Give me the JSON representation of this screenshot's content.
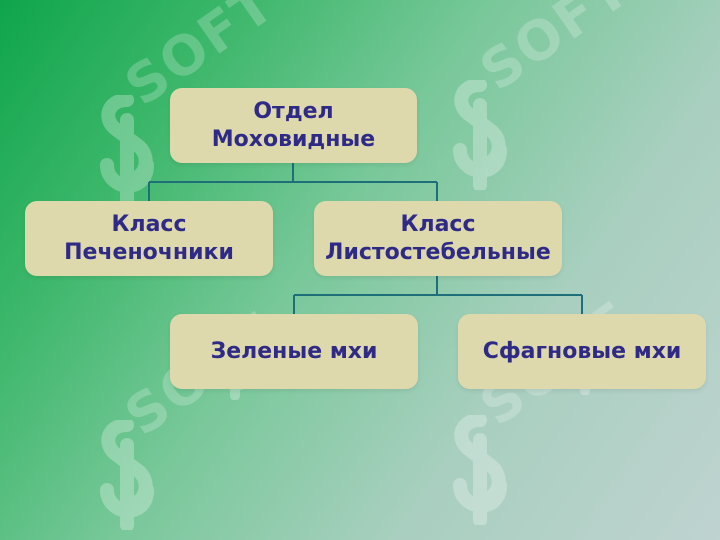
{
  "diagram": {
    "root": {
      "line1": "Отдел",
      "line2": "Моховидные"
    },
    "class_left": {
      "line1": "Класс",
      "line2": "Печеночники"
    },
    "class_right": {
      "line1": "Класс",
      "line2": "Листостебельные"
    },
    "leaf_left": "Зеленые мхи",
    "leaf_right": "Сфагновые мхи"
  },
  "watermark": {
    "text": "SOFT",
    "icon": "soft-logo-icon"
  },
  "colors": {
    "node_fill": "#ddd9ad",
    "node_text": "#2f2a86",
    "connector": "#1f6f7a",
    "background_start": "#0fa54c",
    "background_end": "#bfd3d0"
  }
}
